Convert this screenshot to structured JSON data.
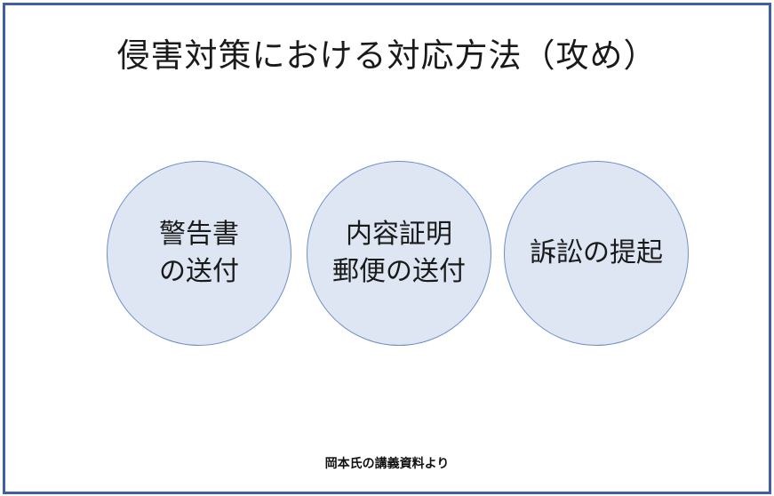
{
  "title": "侵害対策における対応方法（攻め）",
  "circles": [
    {
      "lines": [
        "警告書",
        "の送付"
      ]
    },
    {
      "lines": [
        "内容証明",
        "郵便の送付"
      ]
    },
    {
      "lines": [
        "訴訟の提起"
      ]
    }
  ],
  "footer": "岡本氏の講義資料より",
  "colors": {
    "frame_border": "#3f5fa8",
    "circle_fill": "#dde6f2",
    "circle_border": "#6f8fc9"
  }
}
